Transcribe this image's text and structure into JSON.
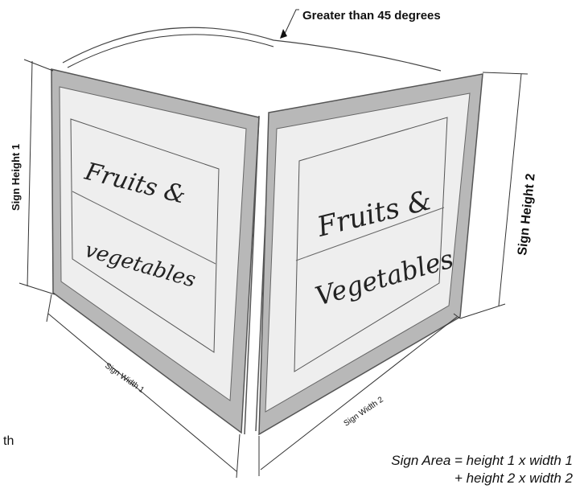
{
  "annotations": {
    "angle_label": "Greater than 45 degrees",
    "height1": "Sign Height 1",
    "height2": "Sign Height 2",
    "width1": "Sign Width 1",
    "width2": "Sign Width 2",
    "partial_left": "th"
  },
  "left_face": {
    "text_line1": "Fruits &",
    "text_line2": "vegetables"
  },
  "right_face": {
    "text_line1": "Fruits &",
    "text_line2": "Vegetables"
  },
  "formula": {
    "line1": "Sign Area = height 1 x width 1",
    "line2": "+ height 2 x width 2"
  },
  "colors": {
    "frame": "#b8b8b8",
    "panel": "#eeeeee",
    "ink": "#333333"
  }
}
